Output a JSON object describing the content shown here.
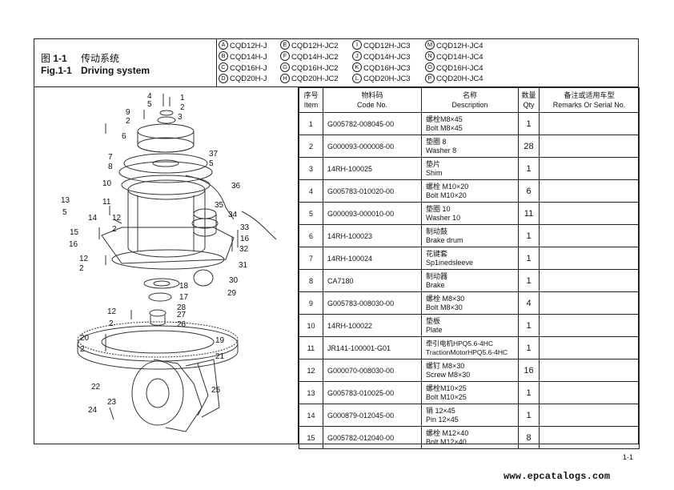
{
  "title": {
    "cn_prefix": "图",
    "cn_number": "1-1",
    "cn_text": "传动系统",
    "en_prefix": "Fig.1-1",
    "en_text": "Driving system"
  },
  "models": [
    [
      {
        "letter": "A",
        "name": "CQD12H-J"
      },
      {
        "letter": "B",
        "name": "CQD14H-J"
      },
      {
        "letter": "C",
        "name": "CQD16H-J"
      },
      {
        "letter": "D",
        "name": "CQD20H-J"
      }
    ],
    [
      {
        "letter": "E",
        "name": "CQD12H-JC2"
      },
      {
        "letter": "F",
        "name": "CQD14H-JC2"
      },
      {
        "letter": "G",
        "name": "CQD16H-JC2"
      },
      {
        "letter": "H",
        "name": "CQD20H-JC2"
      }
    ],
    [
      {
        "letter": "I",
        "name": "CQD12H-JC3"
      },
      {
        "letter": "J",
        "name": "CQD14H-JC3"
      },
      {
        "letter": "K",
        "name": "CQD16H-JC3"
      },
      {
        "letter": "L",
        "name": "CQD20H-JC3"
      }
    ],
    [
      {
        "letter": "M",
        "name": "CQD12H-JC4"
      },
      {
        "letter": "N",
        "name": "CQD14H-JC4"
      },
      {
        "letter": "O",
        "name": "CQD16H-JC4"
      },
      {
        "letter": "P",
        "name": "CQD20H-JC4"
      }
    ]
  ],
  "table": {
    "headers": [
      {
        "cn": "序号",
        "en": "Item"
      },
      {
        "cn": "物料码",
        "en": "Code No."
      },
      {
        "cn": "名称",
        "en": "Description"
      },
      {
        "cn": "数量",
        "en": "Qty"
      },
      {
        "cn": "备注或适用车型",
        "en": "Remarks Or Serial No."
      }
    ],
    "rows": [
      {
        "item": "1",
        "code": "G005782-008045-00",
        "desc_cn": "螺栓M8×45",
        "desc_en": "Bolt M8×45",
        "qty": "1",
        "remarks": ""
      },
      {
        "item": "2",
        "code": "G000093-000008-00",
        "desc_cn": "垫圈 8",
        "desc_en": "Washer 8",
        "qty": "28",
        "remarks": ""
      },
      {
        "item": "3",
        "code": "14RH-100025",
        "desc_cn": "垫片",
        "desc_en": "Shim",
        "qty": "1",
        "remarks": ""
      },
      {
        "item": "4",
        "code": "G005783-010020-00",
        "desc_cn": "螺栓 M10×20",
        "desc_en": "Bolt M10×20",
        "qty": "6",
        "remarks": ""
      },
      {
        "item": "5",
        "code": "G000093-000010-00",
        "desc_cn": "垫圈 10",
        "desc_en": "Washer 10",
        "qty": "11",
        "remarks": ""
      },
      {
        "item": "6",
        "code": "14RH-100023",
        "desc_cn": "制动鼓",
        "desc_en": "Brake drum",
        "qty": "1",
        "remarks": ""
      },
      {
        "item": "7",
        "code": "14RH-100024",
        "desc_cn": "花键套",
        "desc_en": "Sp1inedsleeve",
        "qty": "1",
        "remarks": ""
      },
      {
        "item": "8",
        "code": "CA7180",
        "desc_cn": "制动器",
        "desc_en": "Brake",
        "qty": "1",
        "remarks": ""
      },
      {
        "item": "9",
        "code": "G005783-008030-00",
        "desc_cn": "螺栓 M8×30",
        "desc_en": "Bolt M8×30",
        "qty": "4",
        "remarks": ""
      },
      {
        "item": "10",
        "code": "14RH-100022",
        "desc_cn": "垫板",
        "desc_en": "Plate",
        "qty": "1",
        "remarks": ""
      },
      {
        "item": "11",
        "code": "JR141-100001-G01",
        "desc_cn": "牵引电机HPQ5.6-4HC",
        "desc_en": "TractionMotorHPQ5.6-4HC",
        "qty": "1",
        "remarks": ""
      },
      {
        "item": "12",
        "code": "G000070-008030-00",
        "desc_cn": "螺钉 M8×30",
        "desc_en": "Screw M8×30",
        "qty": "16",
        "remarks": ""
      },
      {
        "item": "13",
        "code": "G005783-010025-00",
        "desc_cn": "螺栓M10×25",
        "desc_en": "Bolt M10×25",
        "qty": "1",
        "remarks": ""
      },
      {
        "item": "14",
        "code": "G000879-012045-00",
        "desc_cn": "销 12×45",
        "desc_en": "Pin 12×45",
        "qty": "1",
        "remarks": ""
      },
      {
        "item": "15",
        "code": "G005782-012040-00",
        "desc_cn": "螺栓 M12×40",
        "desc_en": "Bolt M12×40",
        "qty": "8",
        "remarks": ""
      }
    ]
  },
  "diagram": {
    "callouts": [
      "4",
      "1",
      "5",
      "2",
      "9",
      "3",
      "2",
      "6",
      "37",
      "7",
      "5",
      "8",
      "36",
      "10",
      "11",
      "35",
      "13",
      "34",
      "5",
      "14",
      "12",
      "33",
      "15",
      "2",
      "16",
      "16",
      "32",
      "12",
      "31",
      "2",
      "30",
      "18",
      "29",
      "17",
      "28",
      "12",
      "27",
      "2",
      "26",
      "20",
      "19",
      "2",
      "21",
      "22",
      "25",
      "23",
      "24"
    ]
  },
  "page_number": "1-1",
  "watermark": "www.epcatalogs.com"
}
